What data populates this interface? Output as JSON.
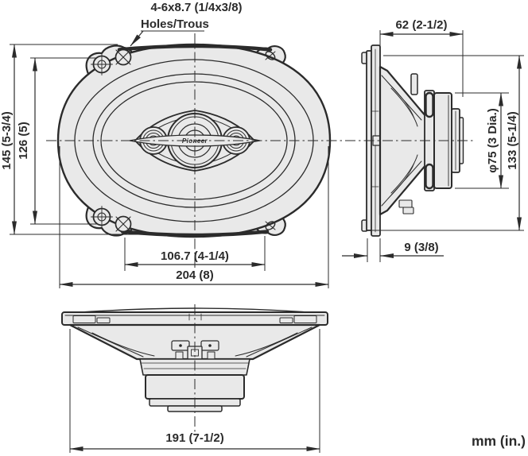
{
  "diagram": {
    "brand": "Pioneer",
    "units_note": "mm (in.)",
    "callout": {
      "line1": "4-6x8.7 (1/4x3/8)",
      "line2": "Holes/Trous"
    },
    "front_view": {
      "overall_height": "145 (5-3/4)",
      "hole_spacing_vertical": "126 (5)",
      "hole_spacing_horizontal": "106.7 (4-1/4)",
      "overall_width": "204 (8)"
    },
    "side_view": {
      "mounting_depth": "62 (2-1/2)",
      "overall_height": "133 (5-1/4)",
      "magnet_diameter": "φ75 (3 Dia.)",
      "front_protrusion": "9 (3/8)"
    },
    "bottom_view": {
      "overall_width": "191 (7-1/2)"
    },
    "colors": {
      "line": "#2b2b2b",
      "fill": "#e9e9e9",
      "background": "#ffffff"
    }
  }
}
